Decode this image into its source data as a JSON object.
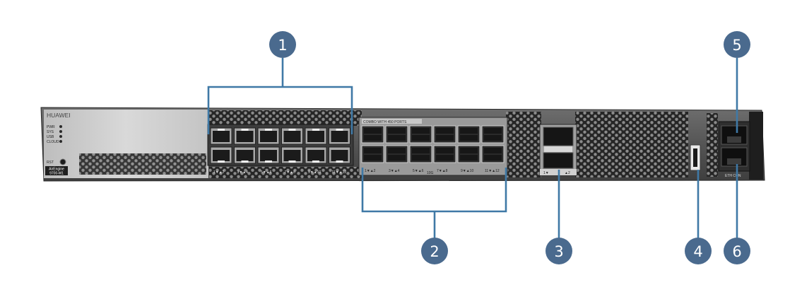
{
  "device": {
    "brand": "HUAWEI",
    "model_line1": "AirEngine",
    "model_line2": "9700-M1",
    "reset_label": "RST",
    "indicators": [
      "PWR",
      "SYS",
      "USB",
      "CLOUD"
    ],
    "sfp_header": "COMBO WITH 450 PORTS",
    "sfp_side_label": "10G",
    "eth_label": "ETH CON"
  },
  "rj45_port_labels": [
    "1▼▲2",
    "3▼▲4",
    "5▼▲6",
    "7▼▲8",
    "9▼▲10",
    "11▼▲12"
  ],
  "sfp_port_labels": [
    "1▼▲2",
    "3▼▲4",
    "5▼▲6",
    "7▼▲8",
    "9▼▲10",
    "11▼▲12"
  ],
  "qsfp_port_labels": [
    "1▼",
    "▲2"
  ],
  "callouts": [
    {
      "id": "1",
      "label": "1"
    },
    {
      "id": "2",
      "label": "2"
    },
    {
      "id": "3",
      "label": "3"
    },
    {
      "id": "4",
      "label": "4"
    },
    {
      "id": "5",
      "label": "5"
    },
    {
      "id": "6",
      "label": "6"
    }
  ],
  "colors": {
    "callout": "#4a6a8e",
    "line": "#3f79a6",
    "chassis": "#5b5b5b",
    "panel_light": "#d4d4d4"
  }
}
